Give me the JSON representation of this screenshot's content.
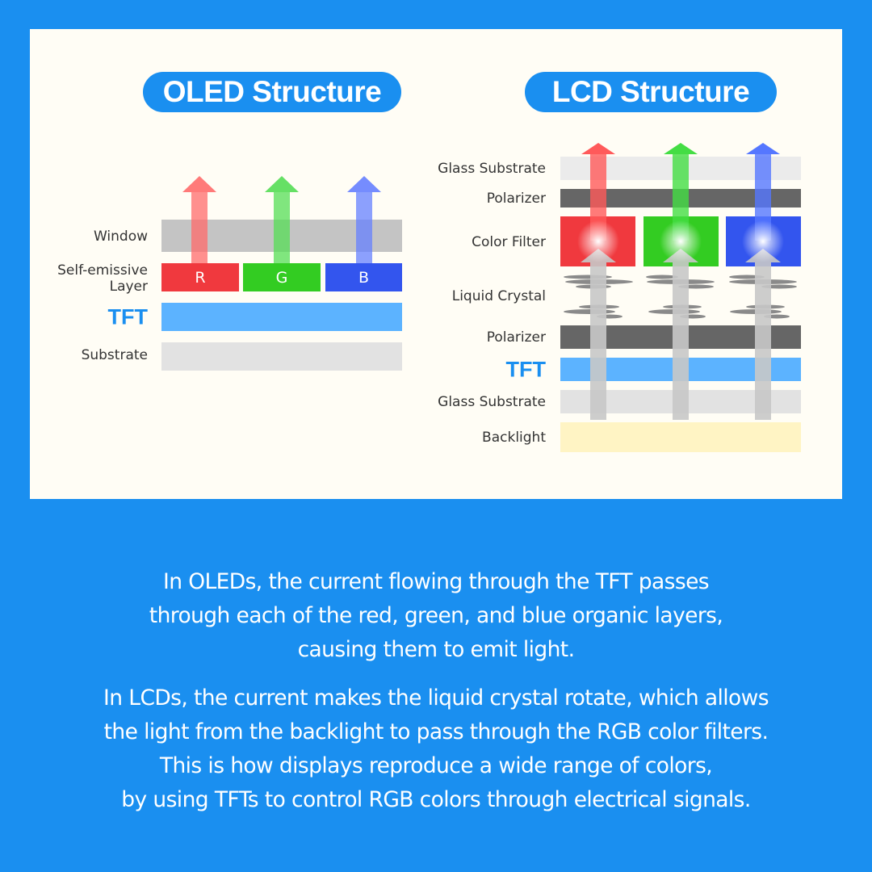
{
  "oled": {
    "title": "OLED Structure",
    "labels": {
      "window": "Window",
      "self_emissive": "Self-emissive\nLayer",
      "tft": "TFT",
      "substrate": "Substrate"
    },
    "subpixels": [
      "R",
      "G",
      "B"
    ]
  },
  "lcd": {
    "title": "LCD Structure",
    "labels": {
      "glass_top": "Glass Substrate",
      "polarizer_top": "Polarizer",
      "color_filter": "Color Filter",
      "liquid_crystal": "Liquid Crystal",
      "polarizer_bottom": "Polarizer",
      "tft": "TFT",
      "glass_bottom": "Glass Substrate",
      "backlight": "Backlight"
    }
  },
  "colors": {
    "background": "#1a8ff0",
    "red": "#f0393e",
    "green": "#33cc22",
    "blue": "#3355ee",
    "tft": "#5cb3ff"
  },
  "description": {
    "p1": "In OLEDs, the current flowing through the TFT passes\nthrough each of the red, green, and blue organic layers,\ncausing them to emit light.",
    "p2": "In LCDs, the current  makes the liquid crystal rotate, which allows\nthe light from the backlight to pass through the RGB color filters.\nThis is how displays reproduce a wide range of colors,\nby using TFTs to control RGB colors through electrical signals."
  }
}
